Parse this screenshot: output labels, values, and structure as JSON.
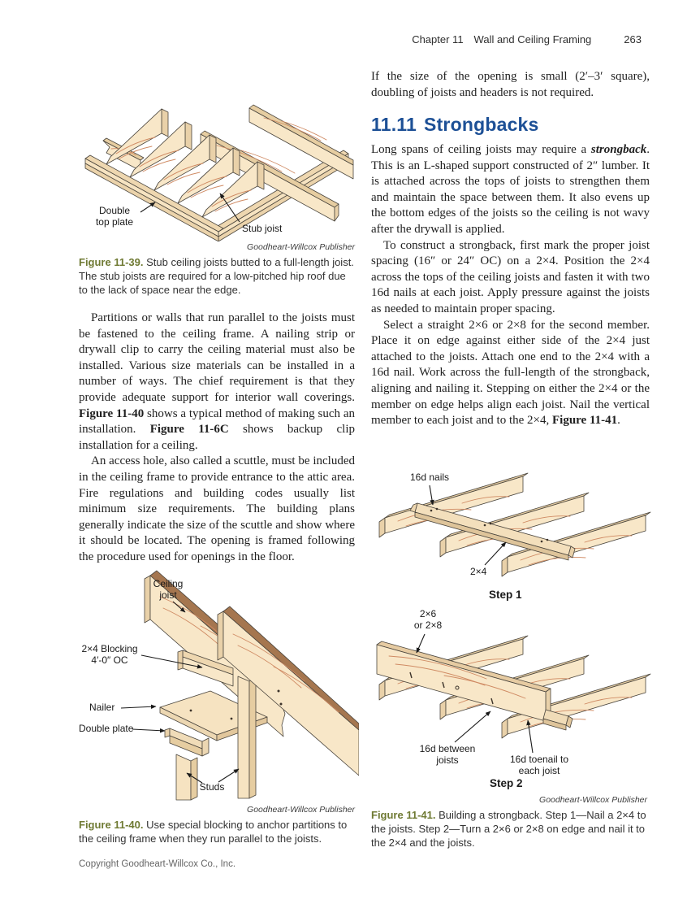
{
  "header": {
    "chapter": "Chapter 11",
    "title": "Wall and Ceiling Framing",
    "page_number": "263"
  },
  "left_column": {
    "fig39": {
      "credit": "Goodheart-Willcox Publisher",
      "caption_label": "Figure 11-39.",
      "caption_text": "Stub ceiling joists butted to a full-length joist. The stub joists are required for a low-pitched hip roof due to the lack of space near the edge.",
      "label_double_top_plate": "Double\ntop plate",
      "label_stub_joist": "Stub joist"
    },
    "para1": {
      "s0": "Partitions or walls that run parallel to the joists must be fastened to the ceiling frame. A nailing strip or drywall clip to carry the ceiling material must also be installed. Various size materials can be installed in a number of ways. The chief requirement is that they provide adequate support for interior wall coverings. ",
      "s1": "Figure 11-40",
      "s2": " shows a typical method of making such an installation. ",
      "s3": "Figure 11-6C",
      "s4": " shows backup clip installation for a ceiling."
    },
    "para2": "An access hole, also called a scuttle, must be included in the ceiling frame to provide entrance to the attic area. Fire regulations and building codes usually list minimum size requirements. The building plans generally indicate the size of the scuttle and show where it should be located. The opening is framed following the procedure used for openings in the floor.",
    "fig40": {
      "credit": "Goodheart-Willcox Publisher",
      "caption_label": "Figure 11-40.",
      "caption_text": "Use special blocking to anchor partitions to the ceiling frame when they run parallel to the joists.",
      "label_ceiling_joist": "Ceiling\njoist",
      "label_blocking": "2×4 Blocking\n4′-0″ OC",
      "label_nailer": "Nailer",
      "label_double_plate": "Double plate",
      "label_studs": "Studs"
    }
  },
  "right_column": {
    "intro": "If the size of the opening is small (2′–3′ square), doubling of joists and headers is not required.",
    "heading_number": "11.11",
    "heading_text": "Strongbacks",
    "para1": {
      "s0": "Long spans of ceiling joists may require a ",
      "s1": "strongback",
      "s2": ". This is an L-shaped support constructed of 2″ lumber. It is attached across the tops of joists to strengthen them and maintain the space between them. It also evens up the bottom edges of the joists so the ceiling is not wavy after the drywall is applied."
    },
    "para2": "To construct a strongback, first mark the proper joist spacing (16″ or 24″ OC) on a 2×4. Position the 2×4 across the tops of the ceiling joists and fasten it with two 16d nails at each joist. Apply pressure against the joists as needed to maintain proper spacing.",
    "para3": {
      "s0": "Select a straight 2×6 or 2×8 for the second member. Place it on edge against either side of the 2×4 just attached to the joists. Attach one end to the 2×4 with a 16d nail. Work across the full-length of the strongback, aligning and nailing it. Stepping on either the 2×4 or the member on edge helps align each joist. Nail the vertical member to each joist and to the 2×4, ",
      "s1": "Figure 11-41",
      "s2": "."
    },
    "fig41": {
      "credit": "Goodheart-Willcox Publisher",
      "caption_label": "Figure 11-41.",
      "caption_text": "Building a strongback. Step 1—Nail a 2×4 to the joists. Step 2—Turn a 2×6 or 2×8 on edge and nail it to the 2×4 and the joists.",
      "step1_label": "Step 1",
      "step2_label": "Step 2",
      "label_16d_nails": "16d nails",
      "label_2x4": "2×4",
      "label_2x6_or_2x8": "2×6\nor 2×8",
      "label_16d_between": "16d between\njoists",
      "label_16d_toenail": "16d toenail to\neach joist"
    }
  },
  "footer": {
    "copyright": "Copyright Goodheart-Willcox Co., Inc."
  },
  "colors": {
    "heading_blue": "#1d5096",
    "figure_label_olive": "#6f7a33",
    "wood_light": "#f8e7c8",
    "wood_top": "#e9d1a9",
    "wood_dark_edge": "#a5764f",
    "wood_grain": "#cf8a63"
  }
}
